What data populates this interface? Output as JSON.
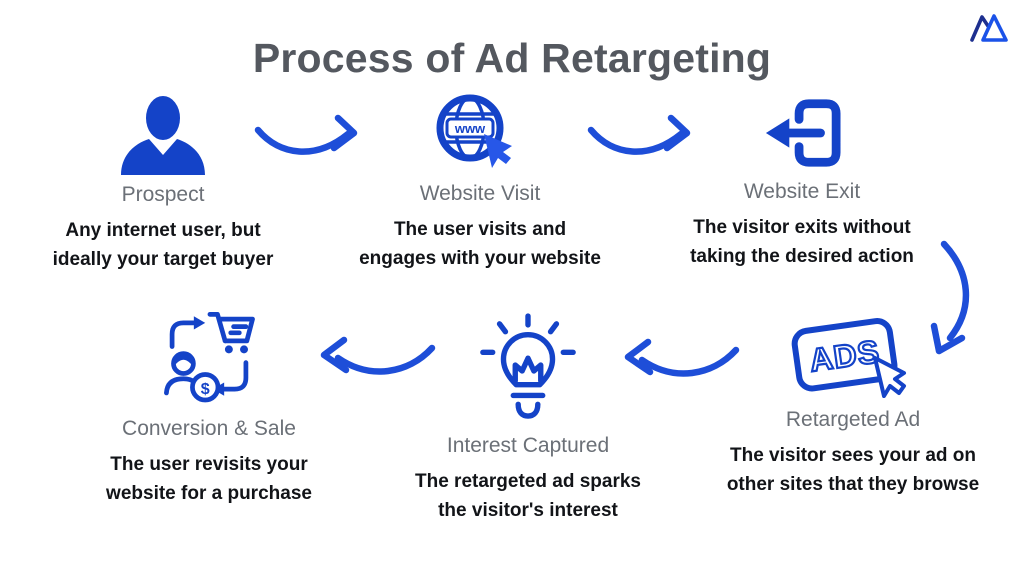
{
  "page": {
    "title": "Process of Ad Retargeting",
    "background_color": "#ffffff",
    "accent_color": "#1443C8",
    "arrow_color": "#1E4ED8",
    "title_color": "#54585F",
    "label_color": "#6B7077",
    "body_color": "#121418",
    "logo": "mountain-logo"
  },
  "steps": [
    {
      "id": "prospect",
      "label": "Prospect",
      "icon": "person-icon",
      "description": "Any internet user, but\nideally your target buyer"
    },
    {
      "id": "website-visit",
      "label": "Website Visit",
      "icon": "globe-www-cursor-icon",
      "description": "The user visits and\nengages with your website"
    },
    {
      "id": "website-exit",
      "label": "Website Exit",
      "icon": "exit-door-icon",
      "description": "The visitor exits without\ntaking the desired action"
    },
    {
      "id": "retargeted-ad",
      "label": "Retargeted Ad",
      "icon": "ads-badge-cursor-icon",
      "description": "The visitor sees your ad on\nother sites that they browse"
    },
    {
      "id": "interest-captured",
      "label": "Interest Captured",
      "icon": "lightbulb-icon",
      "description": "The retargeted ad sparks\nthe visitor's interest"
    },
    {
      "id": "conversion-sale",
      "label": "Conversion & Sale",
      "icon": "conversion-cycle-icon",
      "description": "The user revisits your\nwebsite for a purchase"
    }
  ],
  "flow_arrows": [
    {
      "from": "prospect",
      "to": "website-visit",
      "direction": "right"
    },
    {
      "from": "website-visit",
      "to": "website-exit",
      "direction": "right"
    },
    {
      "from": "website-exit",
      "to": "retargeted-ad",
      "direction": "down"
    },
    {
      "from": "retargeted-ad",
      "to": "interest-captured",
      "direction": "left"
    },
    {
      "from": "interest-captured",
      "to": "conversion-sale",
      "direction": "left"
    }
  ],
  "icon_texts": {
    "globe_label": "www",
    "ads_label": "ADS",
    "coin_symbol": "$"
  }
}
